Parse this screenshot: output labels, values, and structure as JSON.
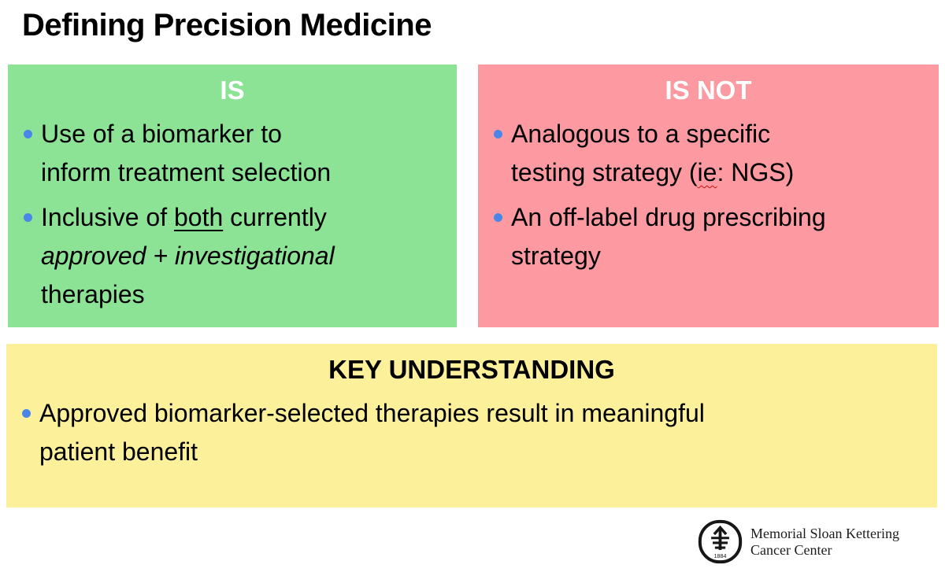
{
  "title": "Defining Precision Medicine",
  "colors": {
    "is_box_bg": "#8CE396",
    "is_not_box_bg": "#FC99A1",
    "key_box_bg": "#FDF09B",
    "bullet_dot": "#4A86E8",
    "is_header_text": "#FFFFFF",
    "body_text": "#000000",
    "spellcheck_underline": "#CC1111"
  },
  "is_box": {
    "header": "IS",
    "bullet1": {
      "line1": "Use of a biomarker to",
      "line2": "inform treatment selection"
    },
    "bullet2": {
      "line1_pre": "Inclusive of ",
      "line1_underlined": "both",
      "line1_post": " currently",
      "line2_italic": "approved + investigational",
      "line3": "therapies"
    }
  },
  "is_not_box": {
    "header": "IS NOT",
    "bullet1": {
      "line1": "Analogous to a specific",
      "line2_pre": "testing strategy (",
      "line2_squiggly": "ie",
      "line2_post": ": NGS)"
    },
    "bullet2": {
      "line1": "An off-label drug prescribing",
      "line2": "strategy"
    }
  },
  "key_box": {
    "header": "KEY UNDERSTANDING",
    "bullet1": {
      "line1": "Approved biomarker-selected therapies result in meaningful",
      "line2": "patient benefit"
    }
  },
  "footer": {
    "logo_year": "1884",
    "org_name_line1": "Memorial Sloan Kettering",
    "org_name_line2": "Cancer Center"
  }
}
